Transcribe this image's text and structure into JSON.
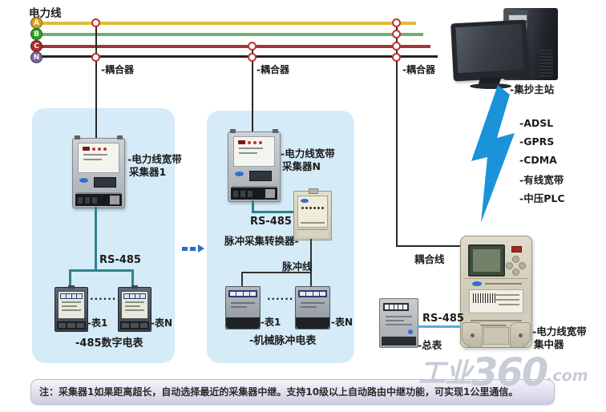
{
  "diagram": {
    "powerline_title": "电力线",
    "phases": [
      {
        "label": "A",
        "badge": "#d89b28",
        "line": "#dfbc3a"
      },
      {
        "label": "B",
        "badge": "#2f9e23",
        "line": "#72b06e"
      },
      {
        "label": "C",
        "badge": "#aa2e2e",
        "line": "#a23535"
      },
      {
        "label": "N",
        "badge": "#7a62a0",
        "line": "#222222"
      }
    ],
    "couplers": [
      "-耦合器",
      "-耦合器",
      "-耦合器"
    ],
    "left_panel": {
      "collector_name_l1": "-电力线宽带",
      "collector_name_l2": "采集器1",
      "bus": "RS-485",
      "meter_first": "-表1",
      "meter_last": "-表N",
      "ellipsis": "......",
      "caption": "-485数字电表"
    },
    "middle_panel": {
      "collector_name_l1": "-电力线宽带",
      "collector_name_l2": "采集器N",
      "bus": "RS-485",
      "converter": "脉冲采集转换器-",
      "pulse_line": "脉冲线",
      "meter_first": "-表1",
      "meter_last": "-表N",
      "ellipsis": "......",
      "caption": "-机械脉冲电表"
    },
    "master_station": "-集抄主站",
    "uplinks": [
      "-ADSL",
      "-GPRS",
      "-CDMA",
      "-有线宽带",
      "-中压PLC"
    ],
    "coupling_line": "耦合线",
    "concentrator_l1": "-电力线宽带",
    "concentrator_l2": "集中器",
    "rs485_total": "RS-485",
    "total_meter": "-总表",
    "note": "注：采集器1如果距离超长，自动选择最近的采集器中继。支持10级以上自动路由中继功能，可实现1公里通信。",
    "watermark": {
      "a": "工业",
      "b": "360",
      "c": ".com"
    },
    "colors": {
      "panel_bg": "#d5ebf7",
      "rs485_bus": "#2f828c",
      "rs485_blue": "#58aadc",
      "coupler_ring": "#c13232",
      "lightning": "#1b93d8",
      "note_bg": "#dcdcee"
    }
  }
}
